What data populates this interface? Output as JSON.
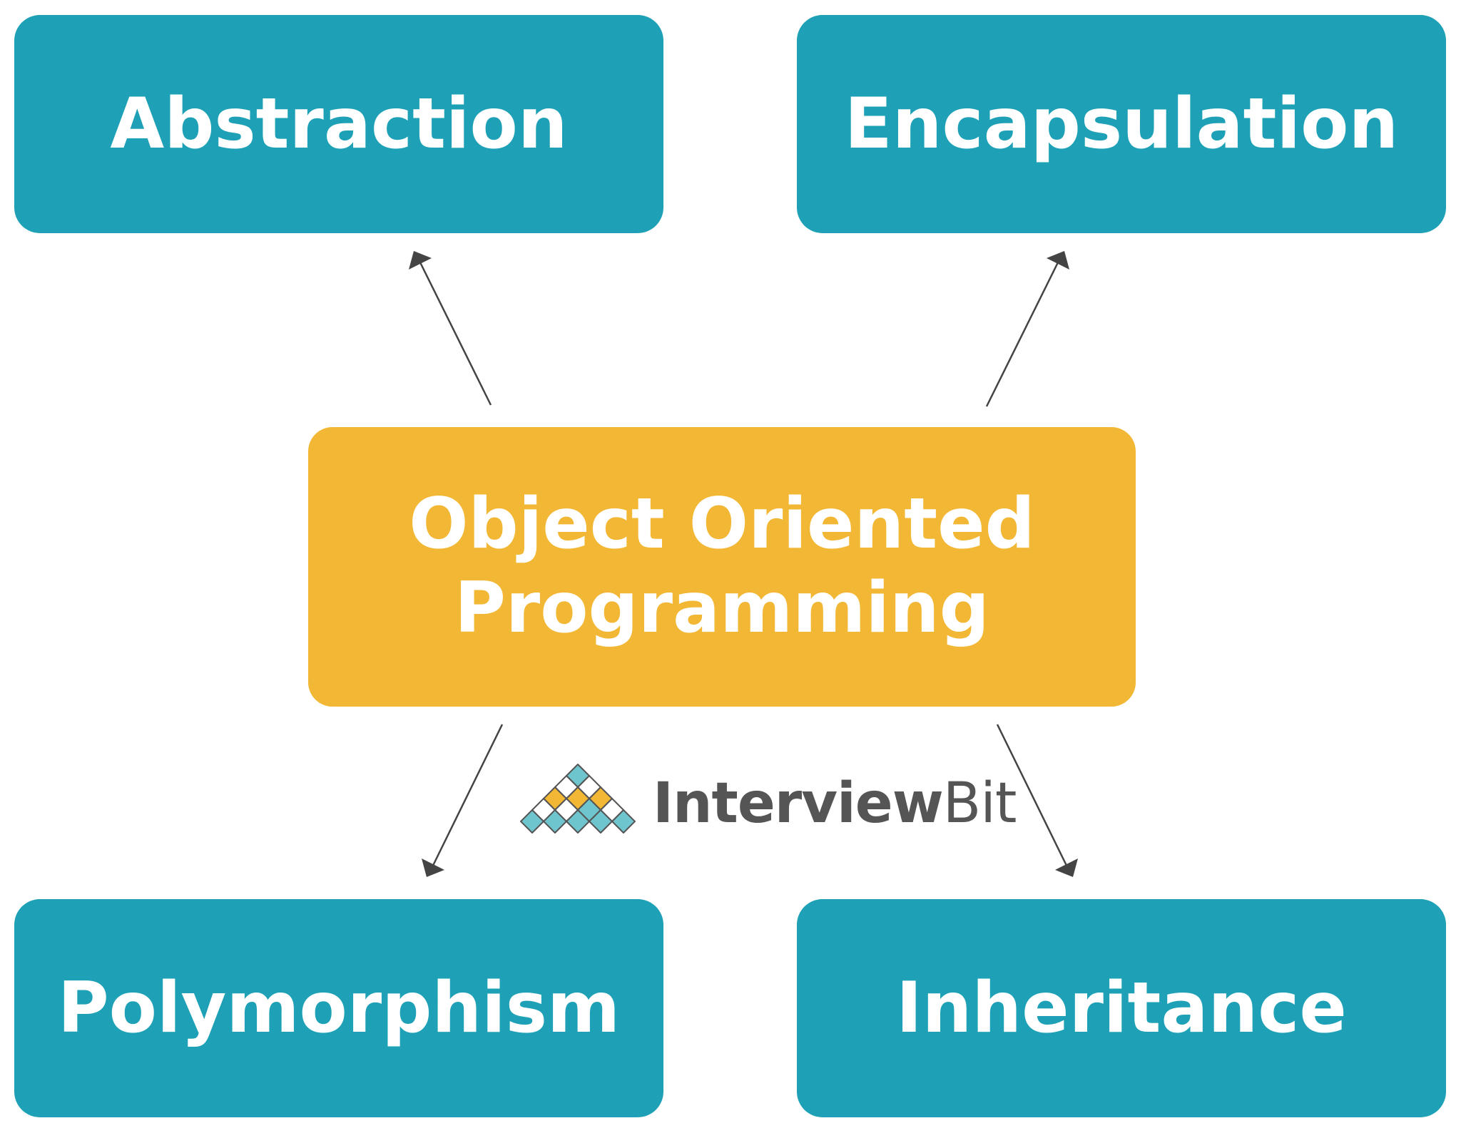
{
  "center": {
    "line1": "Object Oriented",
    "line2": "Programming"
  },
  "concepts": {
    "abstraction": "Abstraction",
    "encapsulation": "Encapsulation",
    "polymorphism": "Polymorphism",
    "inheritance": "Inheritance"
  },
  "logo": {
    "text_bold": "Interview",
    "text_light": "Bit"
  },
  "colors": {
    "concept_box": "#1ea1b6",
    "center_box": "#f2b734",
    "arrow": "#444444",
    "logo_teal": "#6fc5ce",
    "logo_orange": "#f2b734",
    "logo_text": "#555555"
  }
}
